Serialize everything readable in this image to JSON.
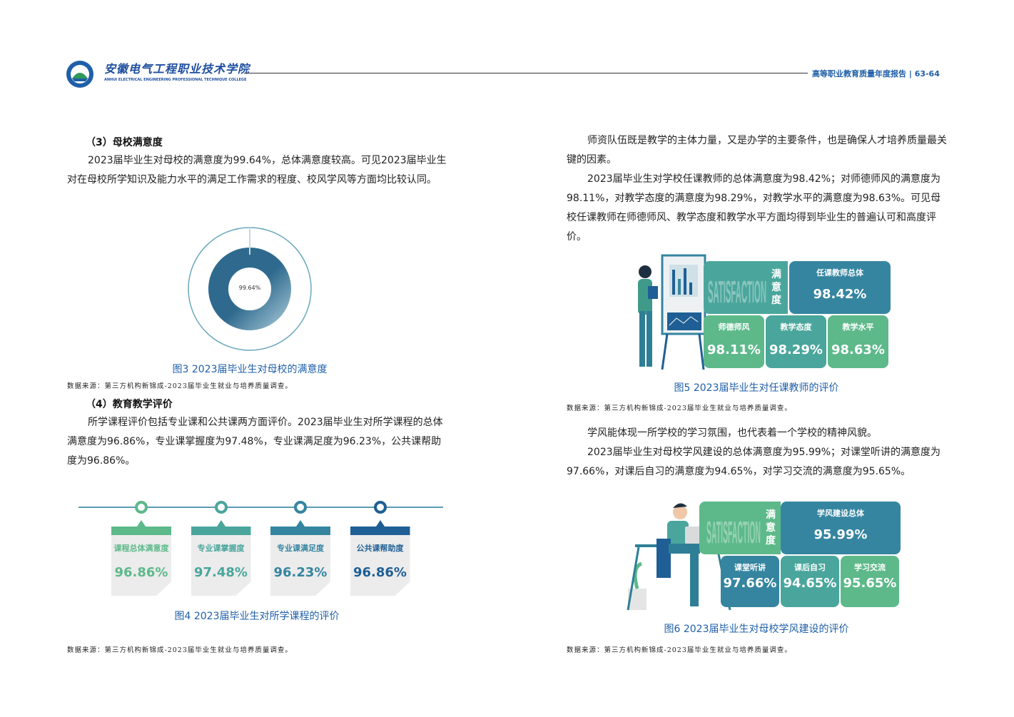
{
  "header": {
    "school_name": "安徽电气工程职业技术学院",
    "school_name_en": "ANHUI ELECTRICAL ENGINEERING PROFESSIONAL TECHNIQUE COLLEGE",
    "report_title": "高等职业教育质量年度报告",
    "pages": "63-64"
  },
  "left": {
    "s3_title": "（3）母校满意度",
    "s3_p": "2023届毕业生对母校的满意度为99.64%，总体满意度较高。可见2023届毕业生对在母校所学知识及能力水平的满足工作需求的程度、校风学风等方面均比较认同。",
    "fig3": {
      "value_label": "99.64%",
      "caption": "图3 2023届毕业生对母校的满意度"
    },
    "src1": "数据来源：第三方机构新锦成-2023届毕业生就业与培养质量调查。",
    "s4_title": "（4）教育教学评价",
    "s4_p": "所学课程评价包括专业课和公共课两方面评价。2023届毕业生对所学课程的总体满意度为96.86%，专业课掌握度为97.48%，专业课满足度为96.23%，公共课帮助度为96.86%。",
    "fig4": {
      "cards": [
        {
          "label": "课程总体满意度",
          "value": "96.86%",
          "color": "#5db98a"
        },
        {
          "label": "专业课掌握度",
          "value": "97.48%",
          "color": "#4aa69c"
        },
        {
          "label": "专业课满足度",
          "value": "96.23%",
          "color": "#3585a0"
        },
        {
          "label": "公共课帮助度",
          "value": "96.86%",
          "color": "#1f5f95"
        }
      ],
      "caption": "图4 2023届毕业生对所学课程的评价"
    },
    "src2": "数据来源：第三方机构新锦成-2023届毕业生就业与培养质量调查。"
  },
  "right": {
    "p1": "师资队伍既是教学的主体力量，又是办学的主要条件，也是确保人才培养质量最关键的因素。",
    "p2": "2023届毕业生对学校任课教师的总体满意度为98.42%；对师德师风的满意度为98.11%，对教学态度的满意度为98.29%，对教学水平的满意度为98.63%。可见母校任课教师在师德师风、教学态度和教学水平方面均得到毕业生的普遍认可和高度评价。",
    "fig5": {
      "sat": "SATISFACTION",
      "my": "满意度",
      "main": {
        "label": "任课教师总体",
        "value": "98.42%"
      },
      "tiles": [
        {
          "label": "师德师风",
          "value": "98.11%"
        },
        {
          "label": "教学态度",
          "value": "98.29%"
        },
        {
          "label": "教学水平",
          "value": "98.63%"
        }
      ],
      "caption": "图5 2023届毕业生对任课教师的评价"
    },
    "src3": "数据来源：第三方机构新锦成-2023届毕业生就业与培养质量调查。",
    "p3": "学风能体现一所学校的学习氛围，也代表着一个学校的精神风貌。",
    "p4": "2023届毕业生对母校学风建设的总体满意度为95.99%；对课堂听讲的满意度为97.66%，对课后自习的满意度为94.65%，对学习交流的满意度为95.65%。",
    "fig6": {
      "sat": "SATISFACTION",
      "my": "满意度",
      "main": {
        "label": "学风建设总体",
        "value": "95.99%"
      },
      "tiles": [
        {
          "label": "课堂听讲",
          "value": "97.66%"
        },
        {
          "label": "课后自习",
          "value": "94.65%"
        },
        {
          "label": "学习交流",
          "value": "95.65%"
        }
      ],
      "caption": "图6 2023届毕业生对母校学风建设的评价"
    },
    "src4": "数据来源：第三方机构新锦成-2023届毕业生就业与培养质量调查。"
  }
}
